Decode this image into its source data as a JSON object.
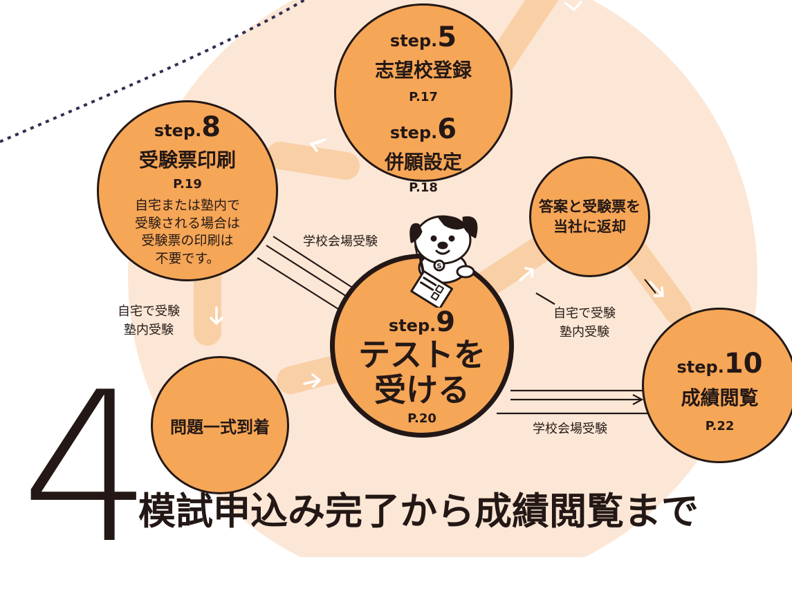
{
  "section_number": "4",
  "heading": "模試申込み完了から成績閲覧まで",
  "colors": {
    "node_fill": "#F6A657",
    "background_circle": "#FCE7D6",
    "track": "#F9CFA6",
    "outline": "#231815",
    "dots": "#2E2D52"
  },
  "icons": [
    "dog-mascot-icon",
    "arrow-icon",
    "pencil-icon",
    "answer-sheet-icon"
  ],
  "steps": [
    {
      "id": "step5",
      "step_word": "step.",
      "number": "5",
      "title": "志望校登録",
      "page": "P.17"
    },
    {
      "id": "step6",
      "step_word": "step.",
      "number": "6",
      "title": "併願設定",
      "page": "P.18"
    },
    {
      "id": "step8",
      "step_word": "step.",
      "number": "8",
      "title": "受験票印刷",
      "page": "P.19",
      "note": [
        "自宅または塾内で",
        "受験される場合は",
        "受験票の印刷は",
        "不要です。"
      ]
    },
    {
      "id": "step9",
      "step_word": "step.",
      "number": "9",
      "title": [
        "テストを",
        "受ける"
      ],
      "page": "P.20"
    },
    {
      "id": "step10",
      "step_word": "step.",
      "number": "10",
      "title": "成績閲覧",
      "page": "P.22"
    }
  ],
  "nodes": {
    "arrival": "問題一式到着",
    "return": [
      "答案と受験票を",
      "当社に返却"
    ]
  },
  "route_labels": {
    "school_top": "学校会場受験",
    "school_bottom": "学校会場受験",
    "home_left": [
      "自宅で受験",
      "塾内受験"
    ],
    "home_right": [
      "自宅で受験",
      "塾内受験"
    ]
  }
}
